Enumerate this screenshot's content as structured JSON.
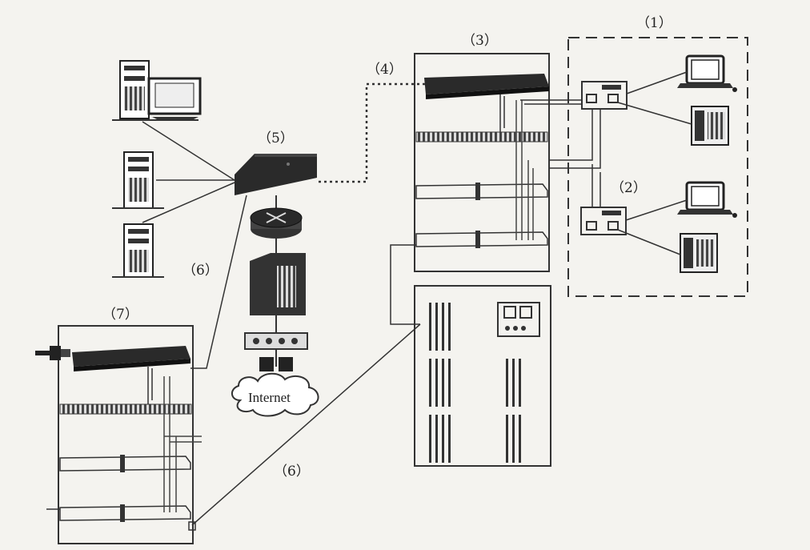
{
  "labels": {
    "l1": "（1）",
    "l2": "（2）",
    "l3": "（3）",
    "l4": "（4）",
    "l5": "（5）",
    "l6a": "（6）",
    "l6b": "（6）",
    "l7": "（7）",
    "internet": "Internet"
  },
  "colors": {
    "line": "#333333",
    "dark": "#2a2a2a",
    "rack": "#555555",
    "background": "#f4f3ef"
  }
}
